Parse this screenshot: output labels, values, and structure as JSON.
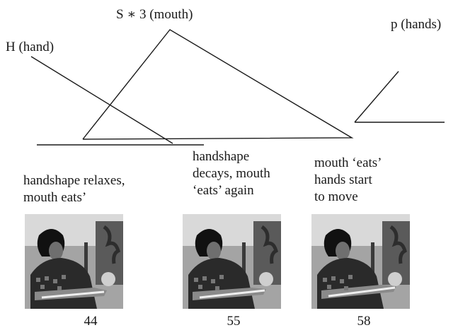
{
  "diagram": {
    "labels": {
      "h_hand": "H (hand)",
      "s3_mouth": "S ∗ 3 (mouth)",
      "p_hands": "p (hands)"
    },
    "frames": [
      {
        "caption_lines": [
          "handshape relaxes,",
          "mouth eats’"
        ],
        "number": "44"
      },
      {
        "caption_lines": [
          "handshape",
          "decays, mouth",
          "‘eats’ again"
        ],
        "number": "55"
      },
      {
        "caption_lines": [
          "mouth ‘eats’",
          "hands start",
          "to move"
        ],
        "number": "58"
      }
    ]
  }
}
